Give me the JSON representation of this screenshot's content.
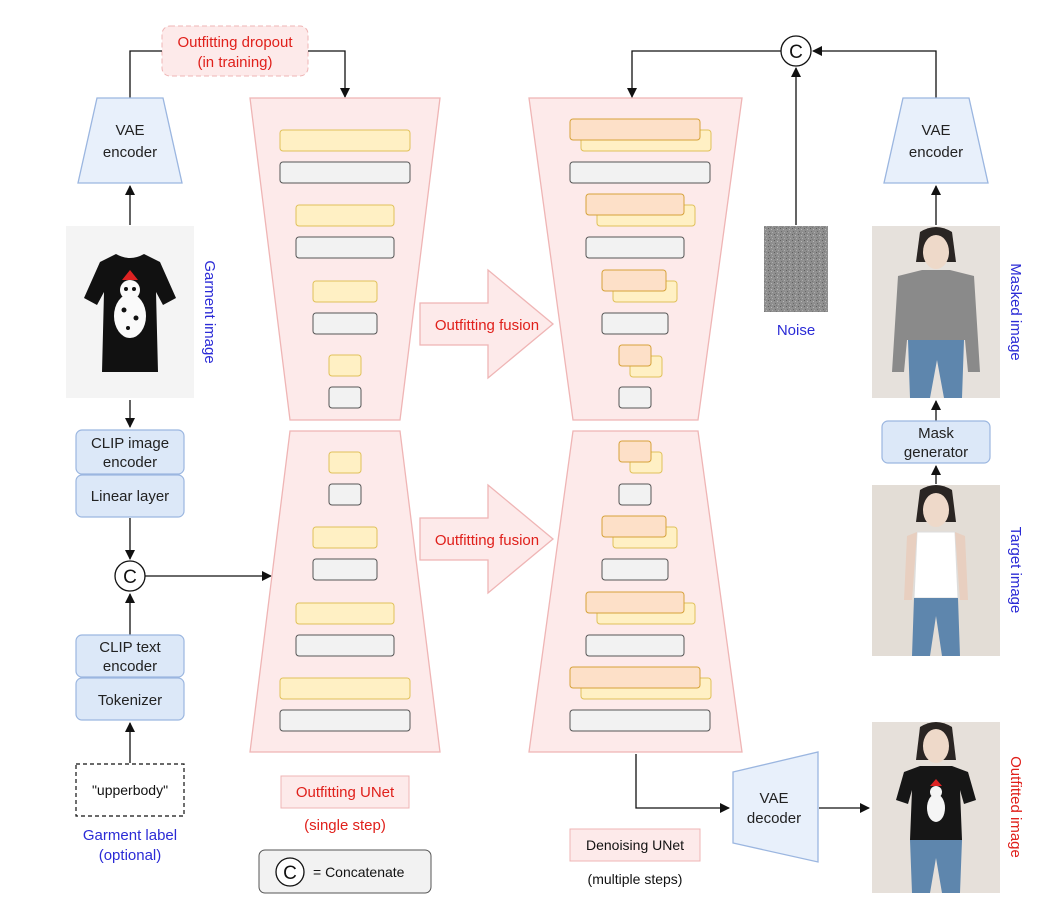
{
  "colors": {
    "unet_fill": "#fdeaea",
    "unet_stroke": "#efb5b5",
    "vae_fill": "#e8f0fb",
    "vae_stroke": "#9bb6e0",
    "block_fill": "#dce8f8",
    "feat_yellow": "#fff0c4",
    "feat_yellow_stroke": "#e0c15a",
    "feat_orange": "#fde0c8",
    "feat_gray": "#f2f2f2",
    "feat_gray_stroke": "#555555",
    "red_text": "#e0201b",
    "blue_text": "#2b2bd6"
  },
  "labels": {
    "outfitting_dropout_line1": "Outfitting dropout",
    "outfitting_dropout_line2": "(in training)",
    "vae_encoder_left_line1": "VAE",
    "vae_encoder_left_line2": "encoder",
    "vae_encoder_right_line1": "VAE",
    "vae_encoder_right_line2": "encoder",
    "vae_decoder_line1": "VAE",
    "vae_decoder_line2": "decoder",
    "garment_image": "Garment image",
    "masked_image": "Masked image",
    "target_image": "Target image",
    "outfitted_image": "Outfitted image",
    "clip_image_encoder_line1": "CLIP image",
    "clip_image_encoder_line2": "encoder",
    "linear_layer": "Linear layer",
    "clip_text_encoder_line1": "CLIP text",
    "clip_text_encoder_line2": "encoder",
    "tokenizer": "Tokenizer",
    "upperbody": "\"upperbody\"",
    "garment_label_line1": "Garment label",
    "garment_label_line2": "(optional)",
    "concat_symbol": "C",
    "legend_concatenate": "= Concatenate",
    "outfitting_fusion_top": "Outfitting fusion",
    "outfitting_fusion_bottom": "Outfitting fusion",
    "noise": "Noise",
    "mask_generator_line1": "Mask",
    "mask_generator_line2": "generator",
    "outfitting_unet": "Outfitting UNet",
    "single_step": "(single step)",
    "denoising_unet": "Denoising UNet",
    "multiple_steps": "(multiple steps)"
  }
}
